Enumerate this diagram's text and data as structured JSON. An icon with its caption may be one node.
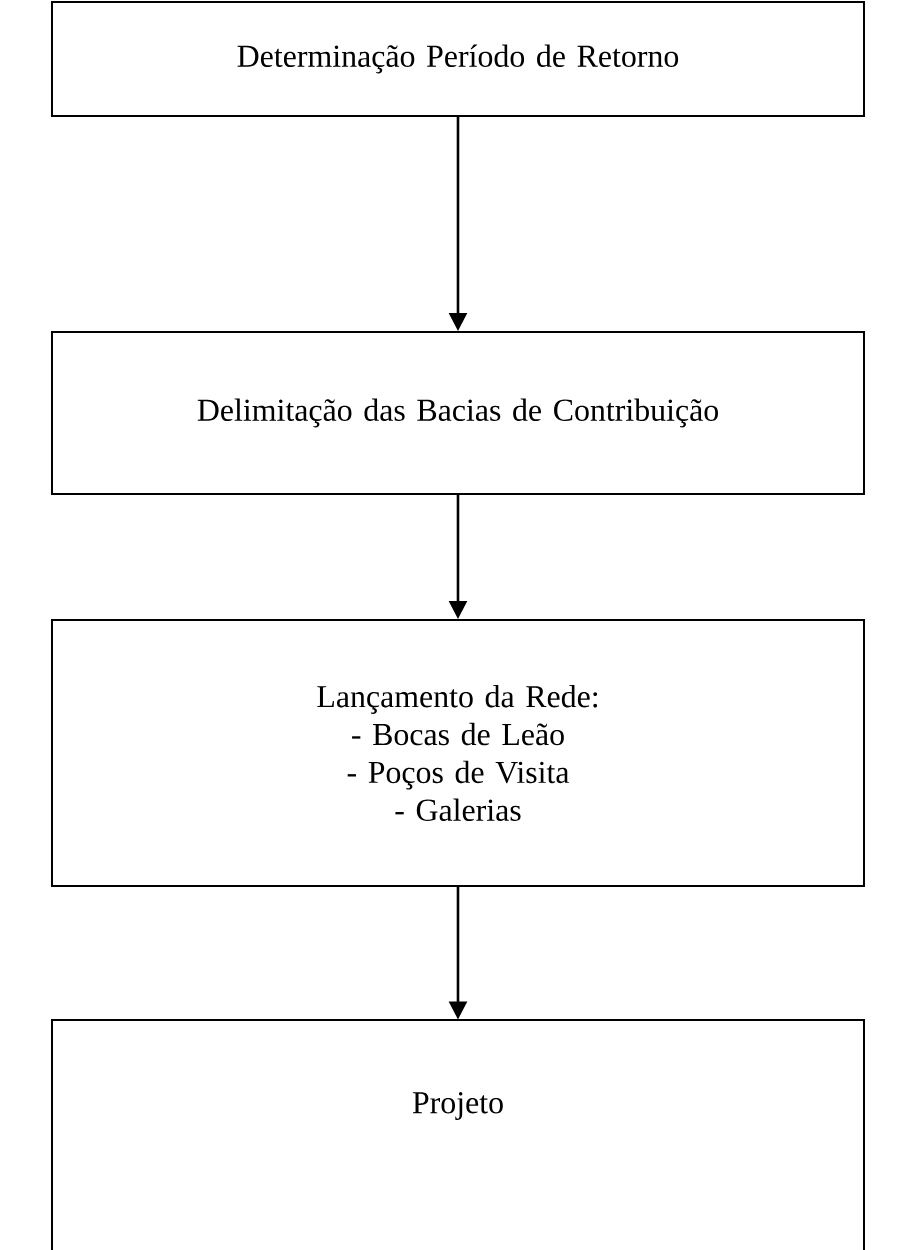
{
  "diagram": {
    "nodes": [
      {
        "text": [
          "Determinação Período de Retorno"
        ]
      },
      {
        "text": [
          "Delimitação das Bacias de Contribuição"
        ]
      },
      {
        "text": [
          "Lançamento da Rede:",
          "- Bocas de Leão",
          "- Poços de Visita",
          "- Galerias"
        ]
      },
      {
        "text": [
          "Projeto"
        ]
      }
    ],
    "edges": [
      {
        "from": 0,
        "to": 1,
        "arrow": "to"
      },
      {
        "from": 1,
        "to": 2,
        "arrow": "to"
      },
      {
        "from": 2,
        "to": 3,
        "arrow": "to"
      }
    ]
  }
}
